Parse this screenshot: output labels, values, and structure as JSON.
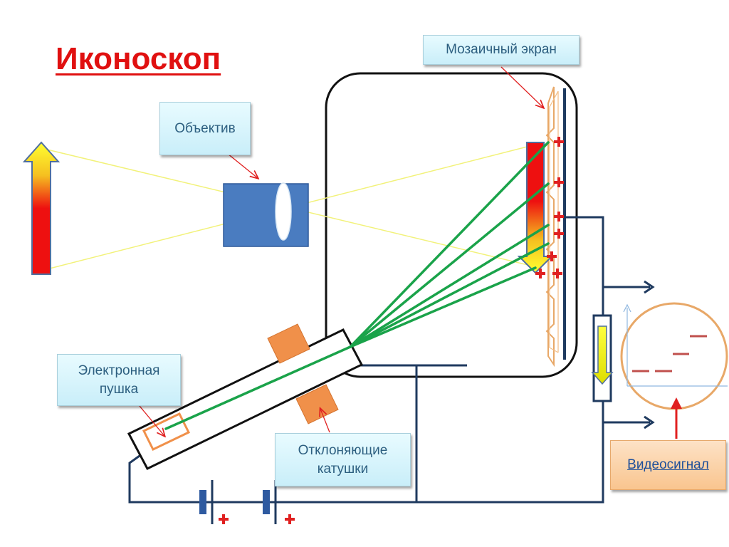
{
  "title": "Иконоскоп",
  "labels": {
    "mosaic_screen": "Мозаичный экран",
    "objective": "Объектив",
    "electron_gun_line1": "Электронная",
    "electron_gun_line2": "пушка",
    "deflecting_coils_line1": "Отклоняющие",
    "deflecting_coils_line2": "катушки",
    "video_signal": "Видеосигнал"
  },
  "symbols": {
    "plus": "✚"
  },
  "colors": {
    "title": "#e01010",
    "wire": "#1f3a5f",
    "beam": "#1aa34a",
    "light_ray": "#f2f27a",
    "lens_box": "#4a7cc0",
    "coil": "#f0904a",
    "mosaic": "#e8a868",
    "plus": "#e02020",
    "signal_circle": "#e8a868",
    "signal_step": "#c0504d",
    "callout_text": "#2d5f80"
  },
  "icons": [
    "object-arrow",
    "image-arrow",
    "signal-arrow",
    "battery-icon",
    "plus-icon",
    "output-arrow-icon"
  ]
}
